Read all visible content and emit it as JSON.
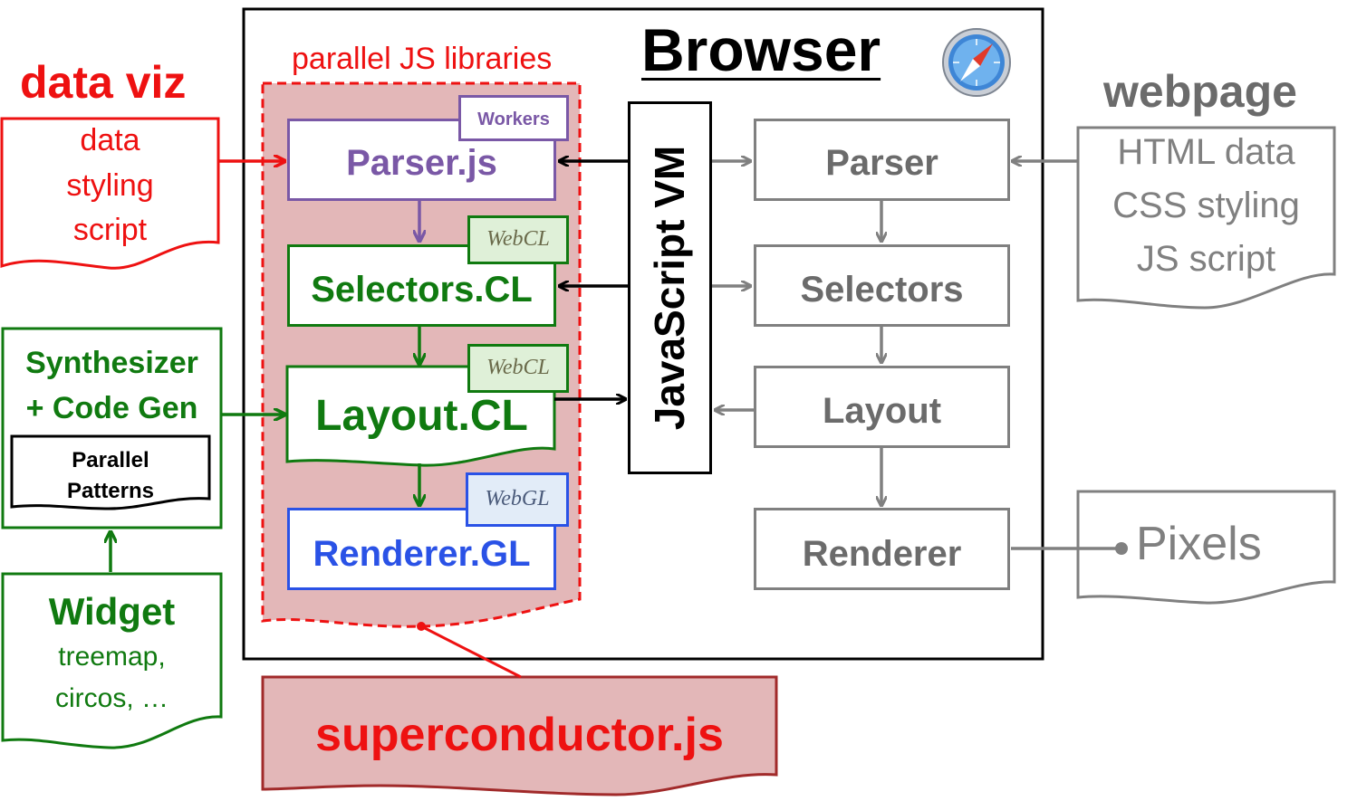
{
  "browser": {
    "title": "Browser",
    "icon": "safari-compass-icon"
  },
  "parallel_libs": {
    "label": "parallel JS libraries",
    "parser": {
      "label": "Parser.js",
      "badge": "Workers"
    },
    "selectors": {
      "label": "Selectors.CL",
      "badge": "WebCL"
    },
    "layout": {
      "label": "Layout.CL",
      "badge": "WebCL"
    },
    "renderer": {
      "label": "Renderer.GL",
      "badge": "WebGL"
    }
  },
  "js_vm": {
    "label": "JavaScript VM"
  },
  "pipeline": {
    "parser": "Parser",
    "selectors": "Selectors",
    "layout": "Layout",
    "renderer": "Renderer"
  },
  "data_viz": {
    "title": "data viz",
    "lines": [
      "data",
      "styling",
      "script"
    ]
  },
  "synthesizer": {
    "line1": "Synthesizer",
    "line2": "+ Code Gen",
    "patterns_line1": "Parallel",
    "patterns_line2": "Patterns"
  },
  "widget": {
    "title": "Widget",
    "line1": "treemap,",
    "line2": "circos, …"
  },
  "webpage": {
    "title": "webpage",
    "lines": [
      "HTML data",
      "CSS styling",
      "JS script"
    ]
  },
  "pixels": {
    "label": "Pixels"
  },
  "superconductor": {
    "label": "superconductor.js"
  },
  "colors": {
    "red": "#ee1111",
    "green": "#107a10",
    "purple": "#7a58a6",
    "blue": "#2a52e6",
    "gray": "#808080",
    "pink": "#e3b7b8"
  }
}
